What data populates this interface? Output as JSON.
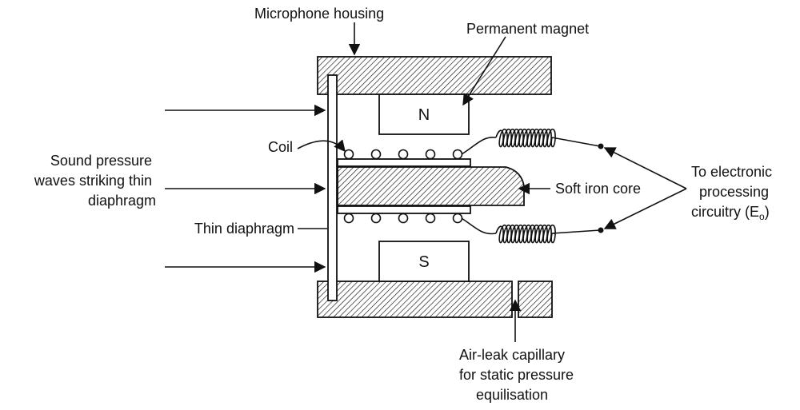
{
  "labels": {
    "microphone_housing": "Microphone housing",
    "permanent_magnet": "Permanent magnet",
    "north_pole": "N",
    "south_pole": "S",
    "coil": "Coil",
    "soft_iron_core": "Soft iron core",
    "thin_diaphragm": "Thin diaphragm",
    "sound_waves": [
      "Sound pressure",
      "waves striking thin",
      "diaphragm"
    ],
    "electronic_circuitry": [
      "To electronic",
      "processing",
      "circuitry (E",
      "o",
      ")"
    ],
    "air_leak": [
      "Air-leak capillary",
      "for static pressure",
      "equilisation"
    ]
  },
  "colors": {
    "ink": "#111111",
    "background": "#ffffff"
  }
}
